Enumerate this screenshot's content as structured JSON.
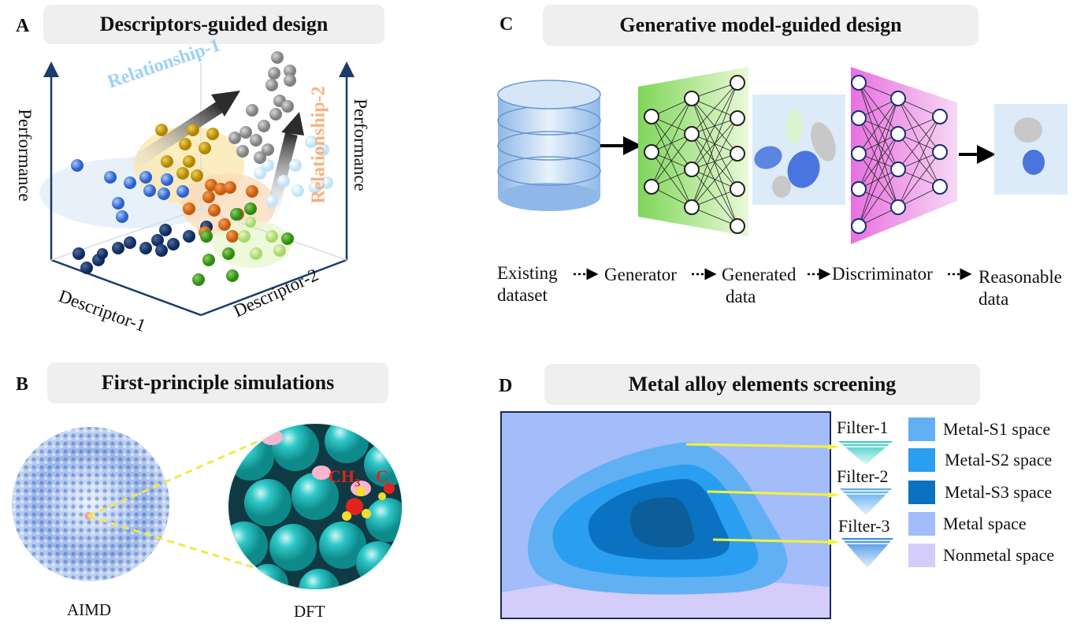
{
  "panels": {
    "A": {
      "letter": "A",
      "title": "Descriptors-guided design",
      "performance_left": "Performance",
      "performance_right": "Performance",
      "descriptor_1": "Descriptor-1",
      "descriptor_2": "Descriptor-2",
      "relationship_1": "Relationship-1",
      "relationship_2": "Relationship-2"
    },
    "B": {
      "letter": "B",
      "title": "First-principle simulations",
      "aimd": "AIMD",
      "dft": "DFT",
      "ch3_main": "CH",
      "ch3_sub": "3",
      "c_label": "C"
    },
    "C": {
      "letter": "C",
      "title": "Generative model-guided design",
      "steps": {
        "existing_1": "Existing",
        "existing_2": "dataset",
        "generator": "Generator",
        "generated_1": "Generated",
        "generated_2": "data",
        "discriminator": "Discriminator",
        "reasonable_1": "Reasonable",
        "reasonable_2": "data"
      }
    },
    "D": {
      "letter": "D",
      "title": "Metal alloy elements screening",
      "filters": [
        "Filter-1",
        "Filter-2",
        "Filter-3"
      ],
      "legend": [
        {
          "label": "Metal-S1 space",
          "color": "#62b0f4"
        },
        {
          "label": "Metal-S2 space",
          "color": "#2a9ef0"
        },
        {
          "label": "Metal-S3 space",
          "color": "#0a72c0"
        },
        {
          "label": "Metal space",
          "color": "#a3bdfa"
        },
        {
          "label": "Nonmetal space",
          "color": "#d4cdfa"
        }
      ]
    }
  }
}
